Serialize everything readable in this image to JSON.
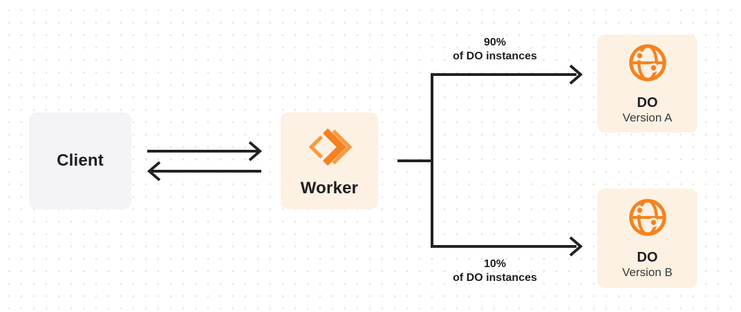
{
  "diagram": {
    "nodes": {
      "client": {
        "label": "Client"
      },
      "worker": {
        "label": "Worker",
        "icon": "workers-logo-icon"
      },
      "do_version_a": {
        "label": "DO",
        "sublabel": "Version A",
        "icon": "globe-icon"
      },
      "do_version_b": {
        "label": "DO",
        "sublabel": "Version B",
        "icon": "globe-icon"
      }
    },
    "edge_labels": {
      "top": {
        "percent": "90%",
        "text": "of DO instances"
      },
      "bottom": {
        "percent": "10%",
        "text": "of DO instances"
      }
    },
    "colors": {
      "accent_orange": "#f6821f",
      "accent_orange_light": "#f79a41",
      "node_cream_bg": "#fcf1e2",
      "node_gray_bg": "#f4f4f6",
      "line_color": "#202225",
      "text_color": "#1d1e21",
      "muted_text": "#36383b",
      "dot_grid": "#e4e4e8"
    }
  }
}
